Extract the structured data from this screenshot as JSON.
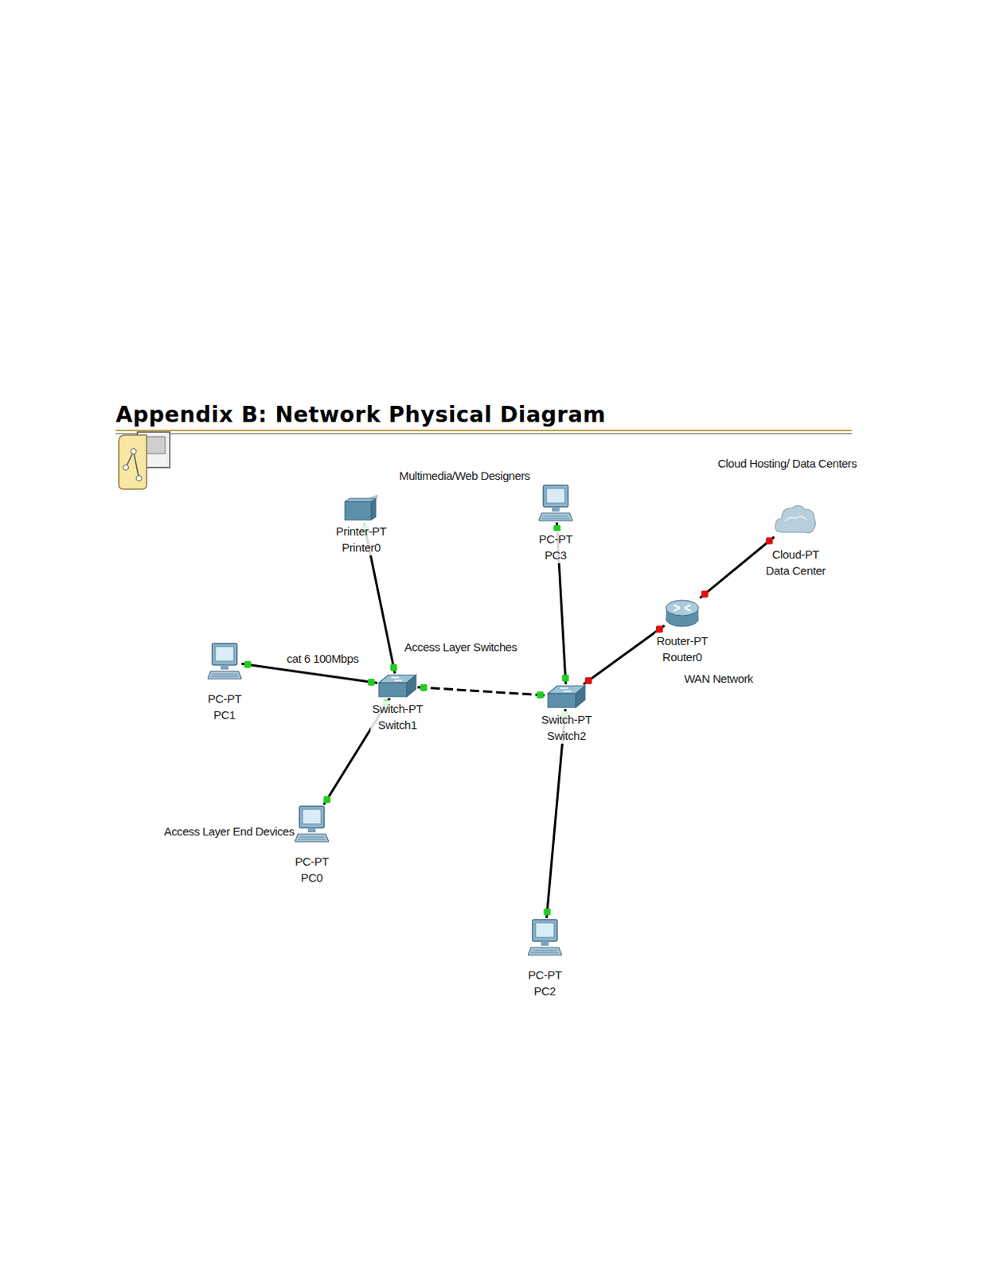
{
  "diagram": {
    "title": "Appendix B: Network Physical Diagram",
    "nodes": [
      {
        "text": [
          "Printer-PT",
          "Printer0"
        ]
      },
      {
        "text": [
          "PC-PT",
          "PC3"
        ]
      },
      {
        "text": [
          "Cloud-PT",
          "Data Center"
        ]
      },
      {
        "text": [
          "Router-PT",
          "Router0"
        ]
      },
      {
        "text": [
          "PC-PT",
          "PC1"
        ]
      },
      {
        "text": [
          "Switch-PT",
          "Switch1"
        ]
      },
      {
        "text": [
          "Switch-PT",
          "Switch2"
        ]
      },
      {
        "text": [
          "PC-PT",
          "PC0"
        ]
      },
      {
        "text": [
          "PC-PT",
          "PC2"
        ]
      }
    ],
    "edges": [
      {
        "from": 0,
        "to": 5,
        "arrow": "none"
      },
      {
        "from": 1,
        "to": 6,
        "arrow": "none"
      },
      {
        "from": 3,
        "to": 2,
        "arrow": "none"
      },
      {
        "from": 6,
        "to": 3,
        "arrow": "none"
      },
      {
        "from": 4,
        "to": 5,
        "arrow": "none",
        "label": "cat 6 100Mbps"
      },
      {
        "from": 5,
        "to": 6,
        "arrow": "none"
      },
      {
        "from": 5,
        "to": 7,
        "arrow": "none"
      },
      {
        "from": 6,
        "to": 8,
        "arrow": "none"
      }
    ],
    "labels": [
      "Multimedia/Web Designers",
      "Cloud Hosting/ Data Centers",
      "Access Layer Switches",
      "WAN Network",
      "Access Layer End Devices"
    ]
  }
}
